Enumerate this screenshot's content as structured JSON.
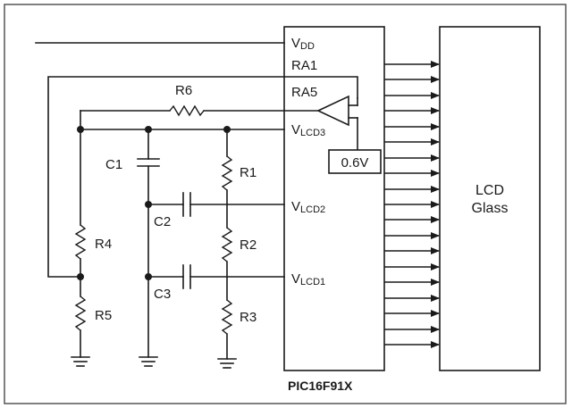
{
  "chip": {
    "name": "PIC16F91X",
    "pins": {
      "vdd": {
        "main": "V",
        "sub": "DD"
      },
      "ra1": "RA1",
      "ra5": "RA5",
      "vlcd3": {
        "main": "V",
        "sub": "LCD3"
      },
      "vlcd2": {
        "main": "V",
        "sub": "LCD2"
      },
      "vlcd1": {
        "main": "V",
        "sub": "LCD1"
      }
    }
  },
  "lcd": {
    "line1": "LCD",
    "line2": "Glass"
  },
  "reference": "0.6V",
  "components": {
    "r1": "R1",
    "r2": "R2",
    "r3": "R3",
    "r4": "R4",
    "r5": "R5",
    "r6": "R6",
    "c1": "C1",
    "c2": "C2",
    "c3": "C3"
  },
  "colors": {
    "ink": "#1a1a1a",
    "frame": "#555555",
    "background": "#ffffff"
  }
}
